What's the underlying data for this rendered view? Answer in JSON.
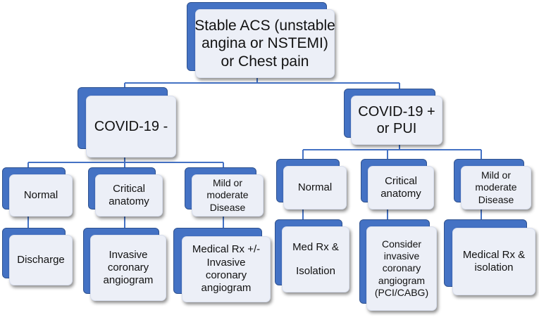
{
  "root": {
    "lines": [
      "Stable ACS (unstable",
      "angina or NSTEMI)",
      "or Chest pain"
    ]
  },
  "left_branch": {
    "label": [
      "COVID-19 -"
    ],
    "children": [
      {
        "label": [
          "Normal"
        ],
        "outcome": [
          "Discharge"
        ]
      },
      {
        "label": [
          "Critical",
          "anatomy"
        ],
        "outcome": [
          "Invasive",
          "coronary",
          "angiogram"
        ]
      },
      {
        "label": [
          "Mild or",
          "moderate",
          "Disease"
        ],
        "outcome": [
          "Medical Rx +/-",
          "Invasive",
          "coronary",
          "angiogram"
        ]
      }
    ]
  },
  "right_branch": {
    "label": [
      "COVID-19 +",
      "or PUI"
    ],
    "children": [
      {
        "label": [
          "Normal"
        ],
        "outcome": [
          "Med Rx &",
          "Isolation"
        ]
      },
      {
        "label": [
          "Critical",
          "anatomy"
        ],
        "outcome": [
          "Consider",
          "invasive",
          "coronary",
          "angiogram",
          "(PCI/CABG)"
        ]
      },
      {
        "label": [
          "Mild or",
          "moderate",
          "Disease"
        ],
        "outcome": [
          "Medical Rx &",
          "isolation"
        ]
      }
    ]
  },
  "colors": {
    "box_back": "#4472c4",
    "box_front": "#eceff7",
    "connector": "#4472c4"
  }
}
